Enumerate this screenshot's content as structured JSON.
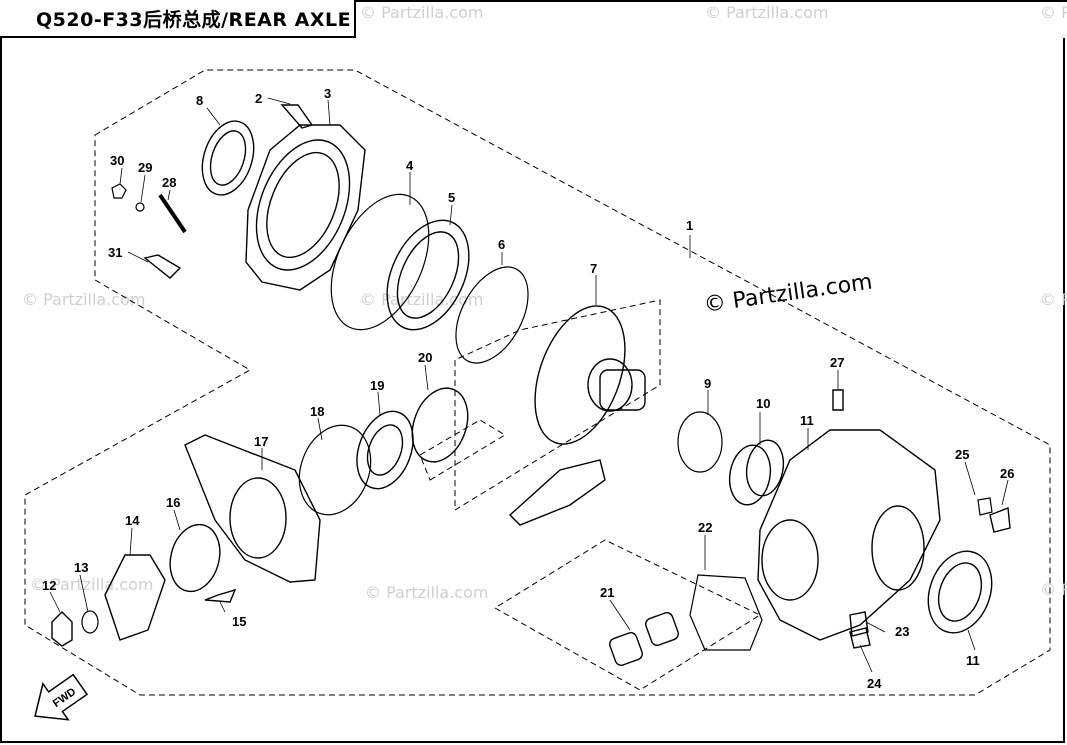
{
  "title": "Q520-F33后桥总成/REAR AXLE",
  "watermark_main": "© Partzilla.com",
  "watermark_faint": "© Partzilla.com",
  "fwd_label": "FWD",
  "callouts": [
    "1",
    "2",
    "3",
    "4",
    "5",
    "6",
    "7",
    "8",
    "9",
    "10",
    "11",
    "11",
    "12",
    "13",
    "14",
    "15",
    "16",
    "17",
    "18",
    "19",
    "20",
    "21",
    "22",
    "23",
    "24",
    "25",
    "26",
    "27",
    "28",
    "29",
    "30",
    "31"
  ],
  "colors": {
    "line": "#000000",
    "watermark": "#cfcfcf",
    "background": "#ffffff"
  }
}
